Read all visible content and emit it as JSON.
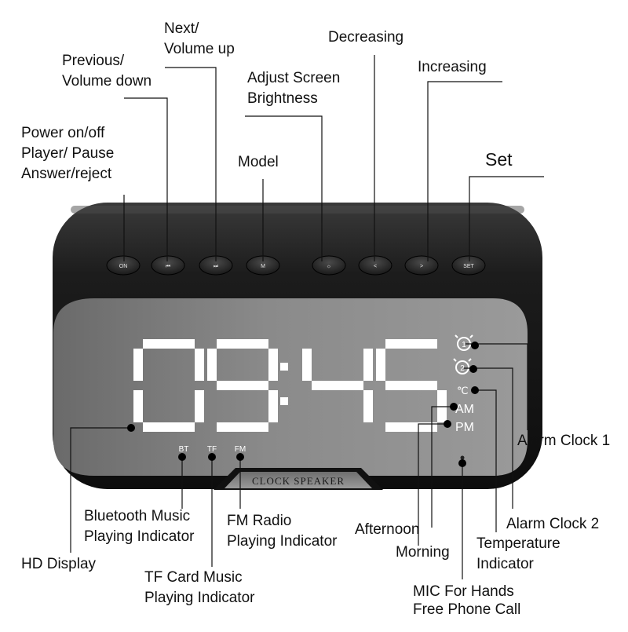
{
  "device": {
    "display_time": "09:45",
    "brand": "CLOCK SPEAKER",
    "buttons": [
      {
        "id": "power",
        "label": "ON"
      },
      {
        "id": "prev",
        "label": "⏮"
      },
      {
        "id": "next",
        "label": "⏭"
      },
      {
        "id": "mode",
        "label": "M"
      },
      {
        "id": "brightness",
        "label": "☼"
      },
      {
        "id": "decrease",
        "label": "<"
      },
      {
        "id": "increase",
        "label": ">"
      },
      {
        "id": "set",
        "label": "SET"
      }
    ],
    "source_indicators": [
      "BT",
      "TF",
      "FM"
    ],
    "right_indicators": {
      "am": "AM",
      "pm": "PM",
      "temp": "℃",
      "alarm1": "1",
      "alarm2": "2"
    }
  },
  "callouts": {
    "power": [
      "Power on/off",
      "Player/ Pause",
      "Answer/reject"
    ],
    "previous": [
      "Previous/",
      "Volume down"
    ],
    "next": [
      "Next/",
      "Volume up"
    ],
    "model": [
      "Model"
    ],
    "brightness": [
      "Adjust Screen",
      "Brightness"
    ],
    "decreasing": [
      "Decreasing"
    ],
    "increasing": [
      "Increasing"
    ],
    "set": [
      "Set"
    ],
    "alarm1": [
      "Alarm Clock 1"
    ],
    "alarm2": [
      "Alarm Clock 2"
    ],
    "temperature": [
      "Temperature",
      "Indicator"
    ],
    "mic": [
      "MIC For Hands",
      "Free Phone Call"
    ],
    "morning": [
      "Morning"
    ],
    "afternoon": [
      "Afternoon"
    ],
    "fm": [
      "FM Radio",
      "Playing Indicator"
    ],
    "tf": [
      "TF Card Music",
      "Playing Indicator"
    ],
    "bt": [
      "Bluetooth Music",
      "Playing Indicator"
    ],
    "hd": [
      "HD Display"
    ]
  }
}
